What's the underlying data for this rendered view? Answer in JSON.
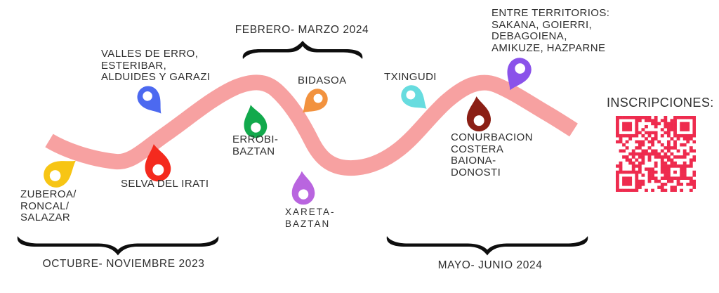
{
  "poster": {
    "background": "#ffffff",
    "road_color": "#F7A1A1",
    "brace_color": "#0e0e0e",
    "text_color": "#2e2e2e"
  },
  "phases": {
    "febrero": {
      "label": "FEBRERO- MARZO 2024"
    },
    "octubre": {
      "label": "OCTUBRE- NOVIEMBRE 2023"
    },
    "mayo": {
      "label": "MAYO- JUNIO 2024"
    }
  },
  "locations": {
    "zuberoa": {
      "lines": [
        "ZUBEROA/",
        "RONCAL/",
        "SALAZAR"
      ],
      "pin_color": "#F7C514",
      "pin_icon": "map-pin"
    },
    "valles": {
      "lines": [
        "VALLES DE ERRO,",
        "ESTERIBAR,",
        "ALDUIDES Y GARAZI"
      ],
      "pin_color": "#4C69F0",
      "pin_icon": "map-pin"
    },
    "selva": {
      "lines": [
        "SELVA DEL IRATI"
      ],
      "pin_color": "#F42A1E",
      "pin_icon": "map-pin"
    },
    "errobi": {
      "lines": [
        "ERROBI-",
        "BAZTAN"
      ],
      "pin_color": "#12A94C",
      "pin_icon": "map-pin"
    },
    "bidasoa": {
      "lines": [
        "BIDASOA"
      ],
      "pin_color": "#F2923E",
      "pin_icon": "map-pin"
    },
    "xareta": {
      "lines": [
        "XARETA-",
        "BAZTAN"
      ],
      "pin_color": "#B965DF",
      "pin_icon": "map-pin"
    },
    "txingudi": {
      "lines": [
        "TXINGUDI"
      ],
      "pin_color": "#67DCDF",
      "pin_icon": "map-pin"
    },
    "conurbacion": {
      "lines": [
        "CONURBACION",
        "COSTERA",
        "BAIONA-",
        "DONOSTI"
      ],
      "pin_color": "#8B1F15",
      "pin_icon": "map-pin"
    },
    "entre": {
      "lines": [
        "ENTRE TERRITORIOS:",
        "SAKANA, GOIERRI,",
        "DEBAGOIENA,",
        "AMIKUZE, HAZPARNE"
      ],
      "pin_color": "#8A52EA",
      "pin_icon": "map-pin"
    }
  },
  "inscriptions": {
    "label": "INSCRIPCIONES:",
    "qr_color": "#EE2B4E"
  }
}
